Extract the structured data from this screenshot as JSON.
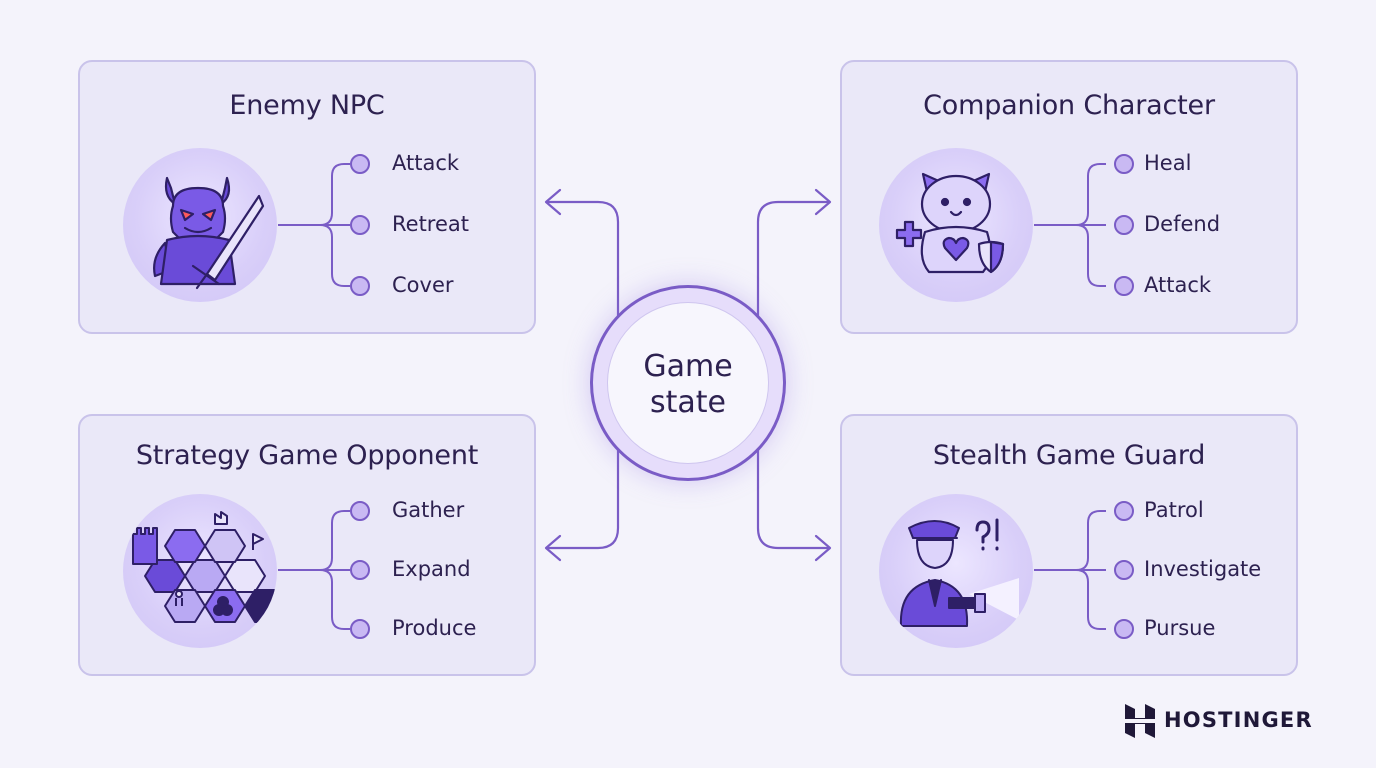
{
  "center": {
    "line1": "Game",
    "line2": "state"
  },
  "cards": [
    {
      "title": "Enemy NPC",
      "icon": "demon-with-sword-icon",
      "options": [
        "Attack",
        "Retreat",
        "Cover"
      ]
    },
    {
      "title": "Companion Character",
      "icon": "companion-bear-icon",
      "options": [
        "Heal",
        "Defend",
        "Attack"
      ]
    },
    {
      "title": "Strategy Game Opponent",
      "icon": "hex-map-icon",
      "options": [
        "Gather",
        "Expand",
        "Produce"
      ]
    },
    {
      "title": "Stealth Game Guard",
      "icon": "guard-with-flashlight-icon",
      "options": [
        "Patrol",
        "Investigate",
        "Pursue"
      ]
    }
  ],
  "brand": {
    "name": "HOSTINGER",
    "icon": "hostinger-logo-icon"
  },
  "colors": {
    "accent": "#7a5cc6",
    "card_bg": "#eae8f8",
    "card_border": "#c9c3ea",
    "node_fill": "#c9b9f3"
  }
}
